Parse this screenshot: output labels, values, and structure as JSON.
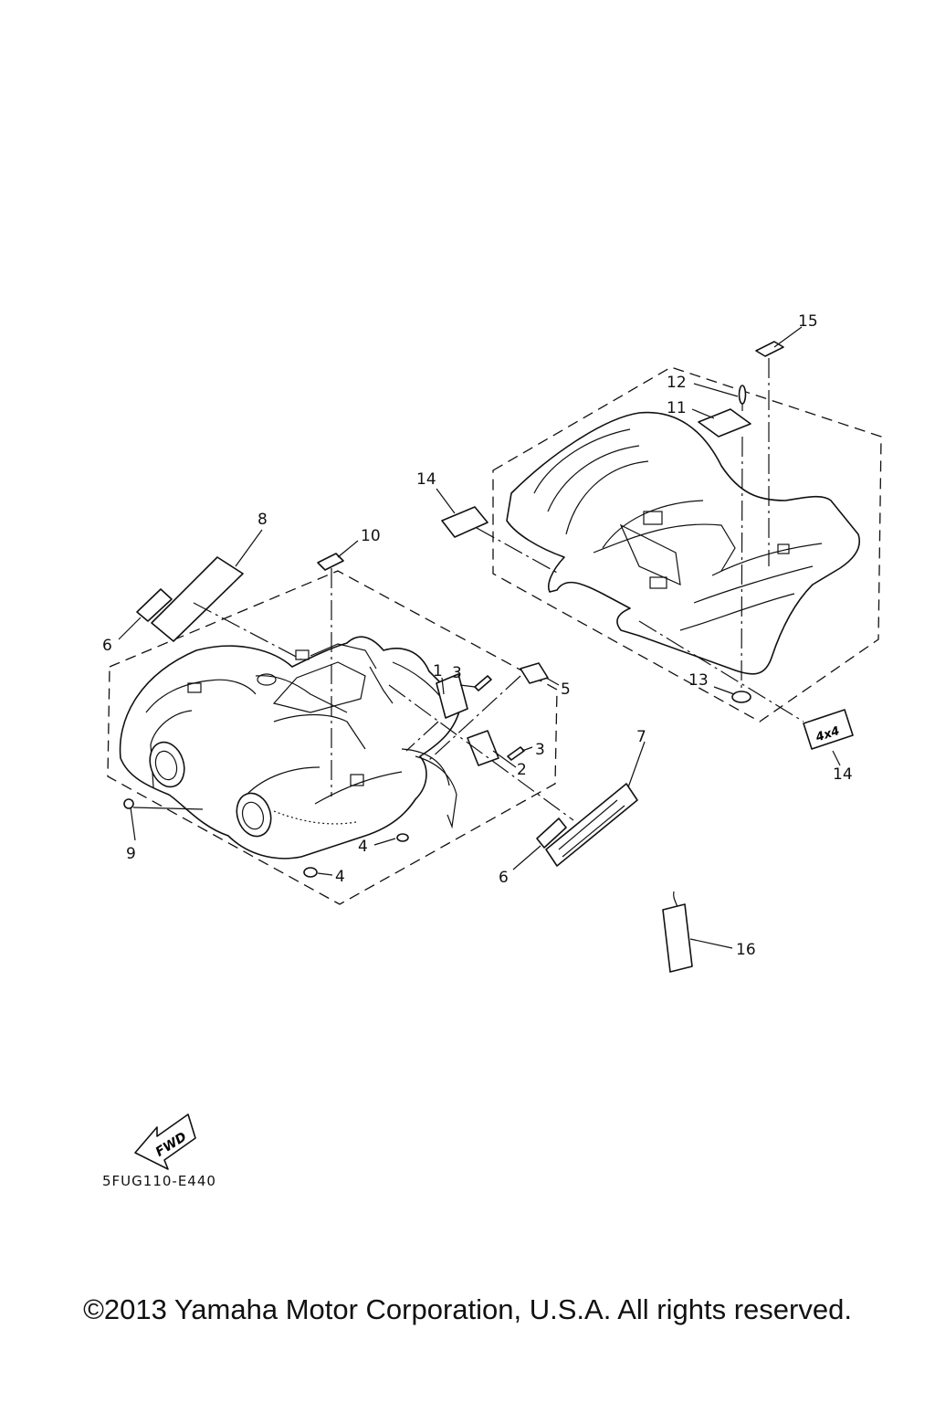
{
  "diagram": {
    "callouts": {
      "c1": "1",
      "c2": "2",
      "c3a": "3",
      "c3b": "3",
      "c4a": "4",
      "c4b": "4",
      "c5": "5",
      "c6a": "6",
      "c6b": "6",
      "c7": "7",
      "c8": "8",
      "c9": "9",
      "c10": "10",
      "c11": "11",
      "c12": "12",
      "c13": "13",
      "c14a": "14",
      "c14b": "14",
      "c15": "15",
      "c16": "16"
    },
    "fwd_label": "FWD",
    "emblem_4x4": "4x4",
    "drawing_code": "5FUG110-E440"
  },
  "footer": {
    "copyright": "©2013 Yamaha Motor Corporation, U.S.A. All rights reserved."
  }
}
